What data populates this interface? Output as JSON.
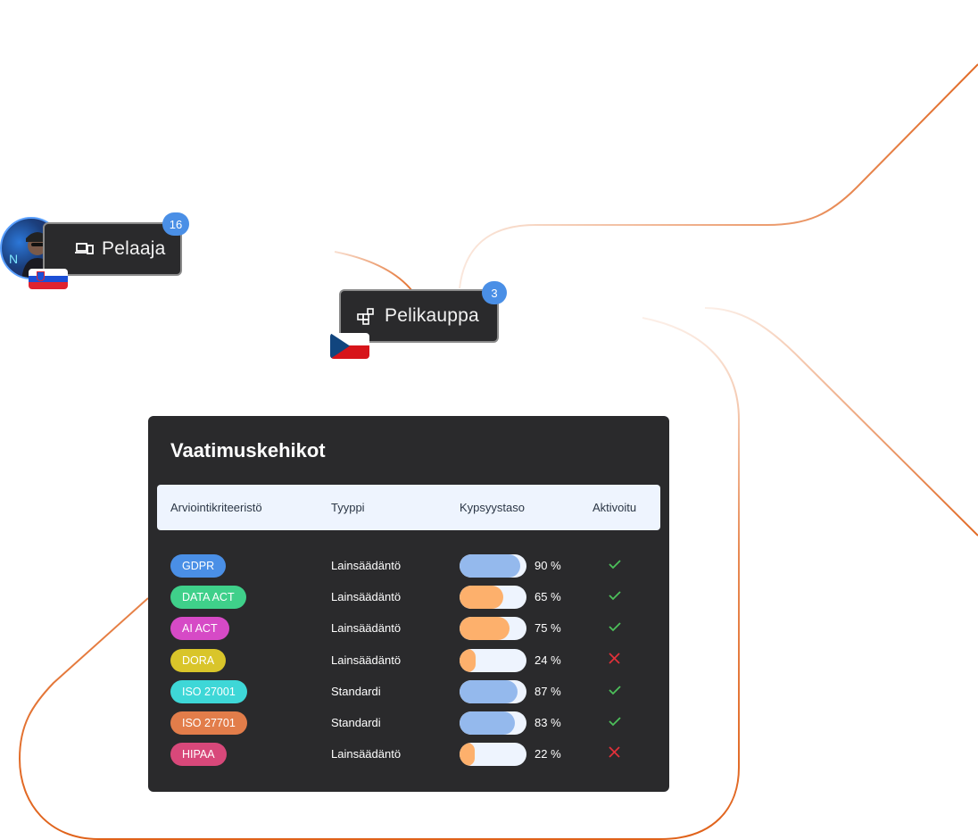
{
  "nodes": {
    "player": {
      "label": "Pelaaja",
      "count": "16",
      "icon": "devices-icon",
      "flag": "slovenia-flag"
    },
    "store": {
      "label": "Pelikauppa",
      "count": "3",
      "icon": "apps-grid-icon",
      "flag": "czech-flag"
    }
  },
  "panel": {
    "title": "Vaatimuskehikot",
    "headers": {
      "criteria": "Arviointikriteeristö",
      "type": "Tyyppi",
      "maturity": "Kypsyystaso",
      "activated": "Aktivoitu"
    },
    "rows": [
      {
        "name": "GDPR",
        "type": "Lainsäädäntö",
        "maturity": 0.9,
        "maturity_label": "90 %",
        "activated": true,
        "tag_color": "#4a8fe6",
        "bar_color": "#94b9ed"
      },
      {
        "name": "DATA ACT",
        "type": "Lainsäädäntö",
        "maturity": 0.65,
        "maturity_label": "65 %",
        "activated": true,
        "tag_color": "#3fd08a",
        "bar_color": "#fdb06c"
      },
      {
        "name": "AI ACT",
        "type": "Lainsäädäntö",
        "maturity": 0.75,
        "maturity_label": "75 %",
        "activated": true,
        "tag_color": "#d64ac6",
        "bar_color": "#fdb06c"
      },
      {
        "name": "DORA",
        "type": "Lainsäädäntö",
        "maturity": 0.24,
        "maturity_label": "24 %",
        "activated": false,
        "tag_color": "#d9c52a",
        "bar_color": "#fdb06c"
      },
      {
        "name": "ISO 27001",
        "type": "Standardi",
        "maturity": 0.87,
        "maturity_label": "87 %",
        "activated": true,
        "tag_color": "#3ed7d7",
        "bar_color": "#94b9ed"
      },
      {
        "name": "ISO 27701",
        "type": "Standardi",
        "maturity": 0.83,
        "maturity_label": "83 %",
        "activated": true,
        "tag_color": "#e27d4a",
        "bar_color": "#94b9ed"
      },
      {
        "name": "HIPAA",
        "type": "Lainsäädäntö",
        "maturity": 0.22,
        "maturity_label": "22 %",
        "activated": false,
        "tag_color": "#d8487a",
        "bar_color": "#fdb06c"
      }
    ],
    "check_color": "#4cc05a",
    "cross_color": "#e0313a"
  },
  "connector_color": "#e0621a"
}
